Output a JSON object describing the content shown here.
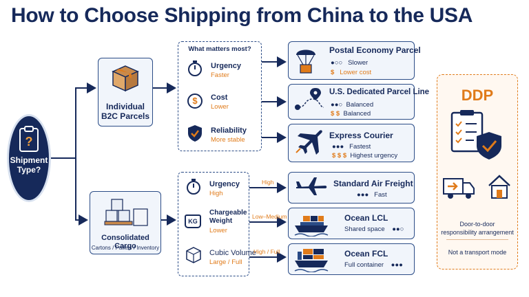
{
  "title": "How to Choose Shipping from China to the USA",
  "root": {
    "label": "Shipment Type?"
  },
  "b2c": {
    "label_line1": "Individual",
    "label_line2": "B2C Parcels"
  },
  "consolidated": {
    "label": "Consolidated Cargo",
    "sublabel": "Cartons / Pallets / Inventory"
  },
  "factors_top": {
    "heading": "What matters most?",
    "items": [
      {
        "label": "Urgency",
        "value": "Faster",
        "icon": "stopwatch-icon"
      },
      {
        "label": "Cost",
        "value": "Lower",
        "icon": "coin-icon"
      },
      {
        "label": "Reliability",
        "value": "More stable",
        "icon": "shield-check-icon"
      }
    ]
  },
  "factors_bottom": {
    "items": [
      {
        "label": "Urgency",
        "value": "High",
        "icon": "stopwatch-icon"
      },
      {
        "label": "Chargeable Weight",
        "label_line1": "Chargeable",
        "label_line2": "Weight",
        "value": "Lower",
        "icon": "weight-kg-icon",
        "icon_text": "KG"
      },
      {
        "label": "Cubic Volume",
        "value": "Large / Full",
        "icon": "cube-icon"
      }
    ]
  },
  "edge_labels": {
    "high": "High",
    "low_medium": "Low–Medium",
    "high_full": "High / Full"
  },
  "destinations_top": [
    {
      "title": "Postal Economy Parcel",
      "line1": "Slower",
      "line2": "Lower cost",
      "symbol1": "●○○",
      "symbol2": "$",
      "icon": "parachute-box-icon"
    },
    {
      "title": "U.S. Dedicated Parcel Line",
      "line1": "Balanced",
      "line2": "Balanced",
      "symbol1": "●●○",
      "symbol2": "$ $",
      "icon": "route-pin-icon"
    },
    {
      "title": "Express Courier",
      "line1": "Fastest",
      "line2": "Highest urgency",
      "symbol1": "●●●",
      "symbol2": "$ $ $",
      "icon": "airplane-icon"
    }
  ],
  "destinations_bottom": [
    {
      "title": "Standard Air Freight",
      "line1": "Fast",
      "symbol1": "●●●",
      "icon": "airplane-icon"
    },
    {
      "title": "Ocean LCL",
      "line1": "Shared space",
      "symbol1": "●●○",
      "icon": "container-ship-icon"
    },
    {
      "title": "Ocean FCL",
      "line1": "Full container",
      "symbol1": "●●●",
      "icon": "container-ship-icon"
    }
  ],
  "ddp": {
    "title": "DDP",
    "desc_line1": "Door-to-door",
    "desc_line2": "responsibility arrangement",
    "note": "Not a transport mode"
  },
  "colors": {
    "navy": "#16295a",
    "orange": "#e07b1a",
    "panel": "#f1f5fb"
  }
}
